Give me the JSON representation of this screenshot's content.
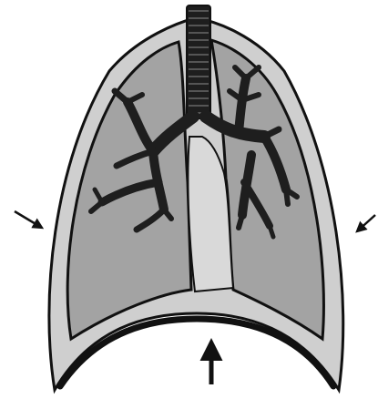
{
  "diagram": {
    "colors": {
      "background": "#ffffff",
      "outline": "#111111",
      "pleural_cavity": "#cfcfcf",
      "lung": "#a3a3a3",
      "mediastinum": "#d9d9d9",
      "airway": "#1e1e1e",
      "trachea_rings": "#555555"
    },
    "parts": [
      "pleural-cavity",
      "left-lung",
      "right-lung",
      "mediastinum",
      "trachea",
      "bronchial-tree",
      "diaphragm"
    ],
    "arrows": [
      {
        "name": "left-chest-wall-arrow",
        "direction": "inward"
      },
      {
        "name": "right-chest-wall-arrow",
        "direction": "inward"
      },
      {
        "name": "diaphragm-arrow",
        "direction": "up"
      }
    ]
  }
}
